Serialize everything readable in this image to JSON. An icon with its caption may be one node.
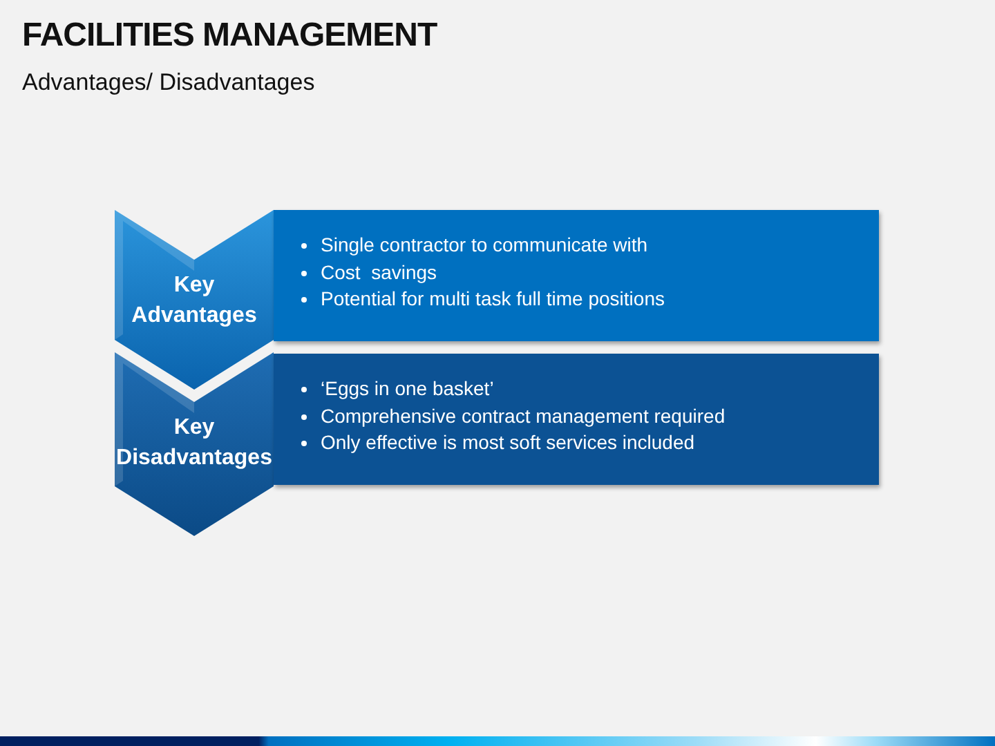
{
  "diagram": {
    "title": "FACILITIES MANAGEMENT",
    "caption": "Advantages/ Disadvantages",
    "nodes": [
      {
        "text": [
          "Key Advantages"
        ]
      },
      {
        "text": [
          "Single contractor to communicate with",
          "Cost  savings",
          "Potential for multi task full time positions"
        ]
      },
      {
        "text": [
          "Key Disadvantages"
        ]
      },
      {
        "text": [
          "‘Eggs in one basket’",
          "Comprehensive contract management required",
          "Only effective is most soft services included"
        ]
      }
    ]
  }
}
